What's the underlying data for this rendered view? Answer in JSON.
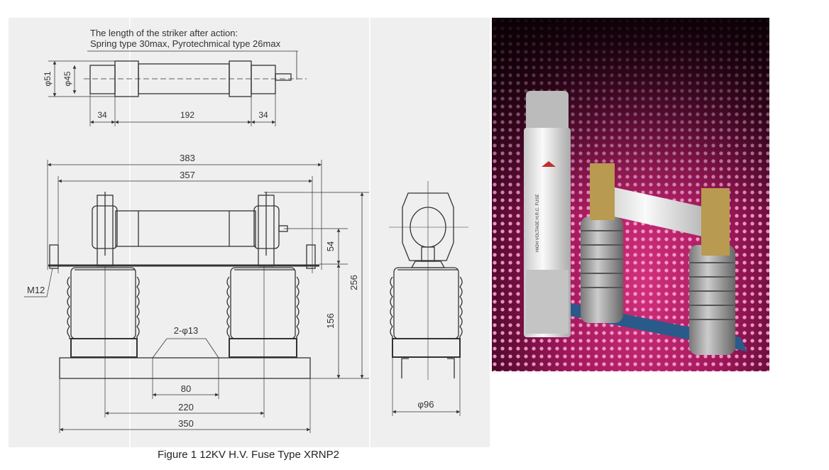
{
  "caption": "Figure 1 12KV H.V. Fuse Type XRNP2",
  "note": {
    "line1": "The length of the striker after action:",
    "line2": "Spring type 30max, Pyrotechmical type 26max"
  },
  "top_view": {
    "d_outer": "φ51",
    "d_inner": "φ45",
    "cap_left": "34",
    "body": "192",
    "cap_right": "34"
  },
  "front_view": {
    "overall": "383",
    "terminals": "357",
    "h_striker": "54",
    "h_insulator": "156",
    "h_total": "256",
    "bolt": "M12",
    "holes": "2-φ13",
    "hole_spacing": "80",
    "insulator_spacing": "220",
    "base_length": "350"
  },
  "side_view": {
    "insulator_dia": "φ96"
  },
  "photo": {
    "fuse_label": "HIGH VOLTAGE H.R.C. FUSE"
  },
  "colors": {
    "line": "#333333",
    "panel": "#efefef",
    "photo_bg": "#a0185a"
  }
}
